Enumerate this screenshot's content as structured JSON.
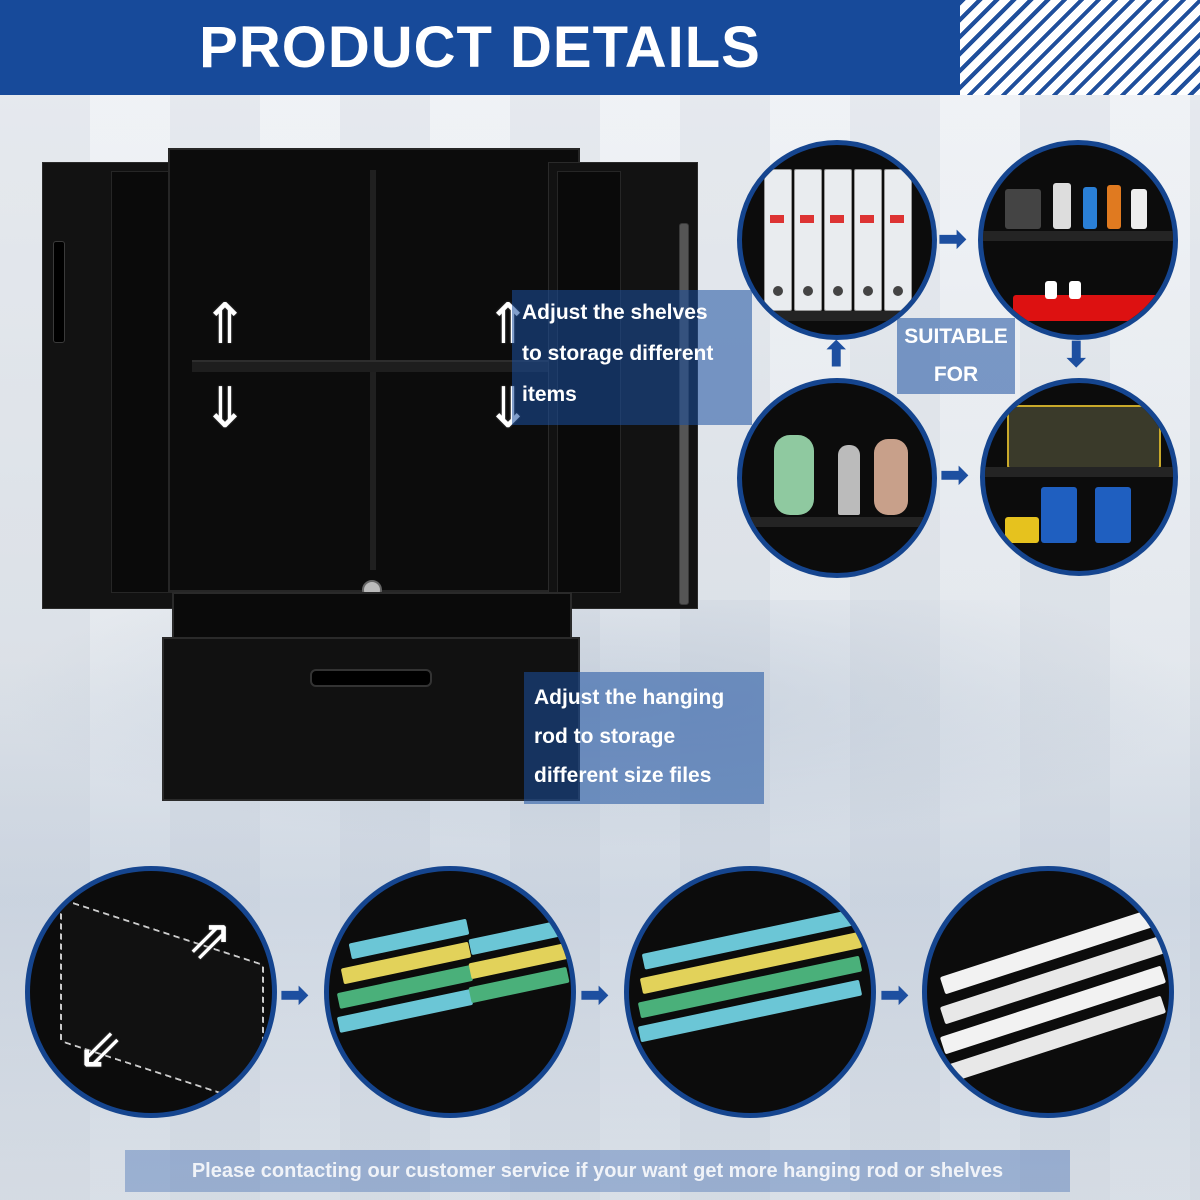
{
  "header": {
    "title": "PRODUCT DETAILS"
  },
  "callouts": {
    "shelves": [
      "Adjust the shelves",
      "to storage different",
      "items"
    ],
    "rod": [
      "Adjust the hanging",
      "rod to storage",
      "different size files"
    ]
  },
  "suitable": [
    "SUITABLE",
    "FOR"
  ],
  "footer": {
    "text": "Please contacting our customer service if your want get more hanging rod or shelves"
  },
  "colors": {
    "brand_blue": "#174a9a",
    "cabinet_black": "#0c0c0c"
  },
  "icons": [
    "up-arrow-icon",
    "down-arrow-icon",
    "flow-arrow-icon"
  ]
}
